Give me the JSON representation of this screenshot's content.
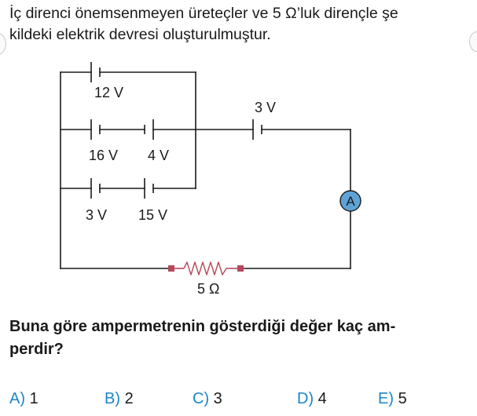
{
  "question": {
    "line1": "İç direnci önemsenmeyen üreteçler ve 5 Ω’luk dirençle şe",
    "line2": "kildeki elektrik devresi oluşturulmuştur.",
    "prompt_line1": "Buna göre ampermetrenin gösterdiği değer kaç am-",
    "prompt_line2": "perdir?"
  },
  "circuit": {
    "battery_12v": "12 V",
    "battery_16v": "16 V",
    "battery_4v": "4 V",
    "battery_3v_right": "3 V",
    "battery_3v_bottom": "3 V",
    "battery_15v": "15 V",
    "ammeter": "A",
    "resistor": "5 Ω",
    "colors": {
      "wire": "#1a1a1a",
      "ammeter_fill": "#5ea3d6",
      "resistor_dot": "#b5485b"
    }
  },
  "choices": [
    {
      "letter": "A)",
      "value": "1"
    },
    {
      "letter": "B)",
      "value": "2"
    },
    {
      "letter": "C)",
      "value": "3"
    },
    {
      "letter": "D)",
      "value": "4"
    },
    {
      "letter": "E)",
      "value": "5"
    }
  ],
  "colors": {
    "choice_letter": "#1b86c8",
    "text": "#1a1a1a"
  }
}
